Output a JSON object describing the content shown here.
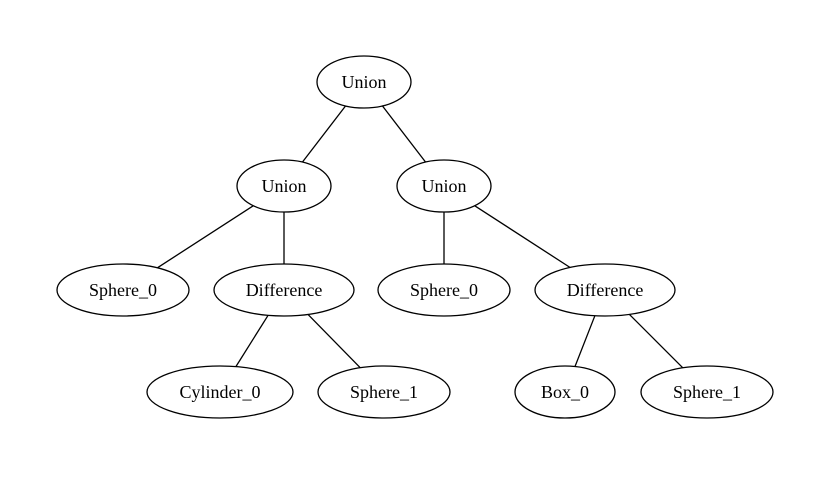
{
  "tree": {
    "nodes": [
      {
        "id": "n0",
        "label": "Union"
      },
      {
        "id": "n1",
        "label": "Union"
      },
      {
        "id": "n2",
        "label": "Union"
      },
      {
        "id": "n3",
        "label": "Sphere_0"
      },
      {
        "id": "n4",
        "label": "Difference"
      },
      {
        "id": "n5",
        "label": "Sphere_0"
      },
      {
        "id": "n6",
        "label": "Difference"
      },
      {
        "id": "n7",
        "label": "Cylinder_0"
      },
      {
        "id": "n8",
        "label": "Sphere_1"
      },
      {
        "id": "n9",
        "label": "Box_0"
      },
      {
        "id": "n10",
        "label": "Sphere_1"
      }
    ],
    "edges": [
      {
        "from": "n0",
        "to": "n1"
      },
      {
        "from": "n0",
        "to": "n2"
      },
      {
        "from": "n1",
        "to": "n3"
      },
      {
        "from": "n1",
        "to": "n4"
      },
      {
        "from": "n2",
        "to": "n5"
      },
      {
        "from": "n2",
        "to": "n6"
      },
      {
        "from": "n4",
        "to": "n7"
      },
      {
        "from": "n4",
        "to": "n8"
      },
      {
        "from": "n6",
        "to": "n9"
      },
      {
        "from": "n6",
        "to": "n10"
      }
    ]
  }
}
